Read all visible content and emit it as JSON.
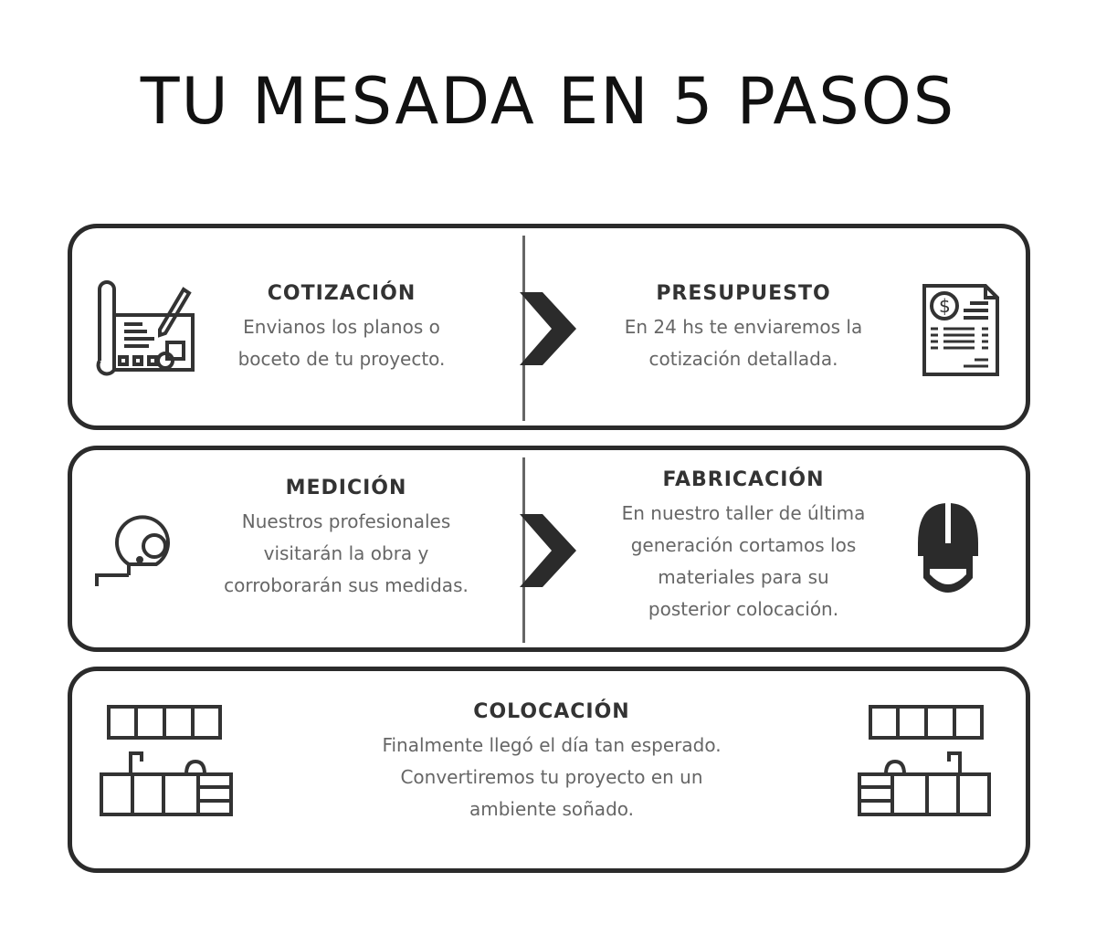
{
  "title": "TU MESADA EN 5 PASOS",
  "steps": [
    {
      "title": "COTIZACIÓN",
      "lines": [
        "Envianos los planos o",
        "boceto de tu proyecto."
      ],
      "icon": "blueprint-icon"
    },
    {
      "title": "PRESUPUESTO",
      "lines": [
        "En 24 hs te enviaremos la",
        "cotización detallada."
      ],
      "icon": "invoice-icon"
    },
    {
      "title": "MEDICIÓN",
      "lines": [
        "Nuestros profesionales",
        "visitarán la obra y",
        "corroborarán sus medidas."
      ],
      "icon": "tape-measure-icon"
    },
    {
      "title": "FABRICACIÓN",
      "lines": [
        "En nuestro taller de última",
        "generación cortamos los",
        "materiales para su",
        "posterior colocación."
      ],
      "icon": "hard-hat-icon"
    },
    {
      "title": "COLOCACIÓN",
      "lines": [
        "Finalmente llegó el día tan esperado.",
        "Convertiremos tu proyecto en un",
        "ambiente soñado."
      ],
      "icon": "kitchen-icon"
    }
  ]
}
